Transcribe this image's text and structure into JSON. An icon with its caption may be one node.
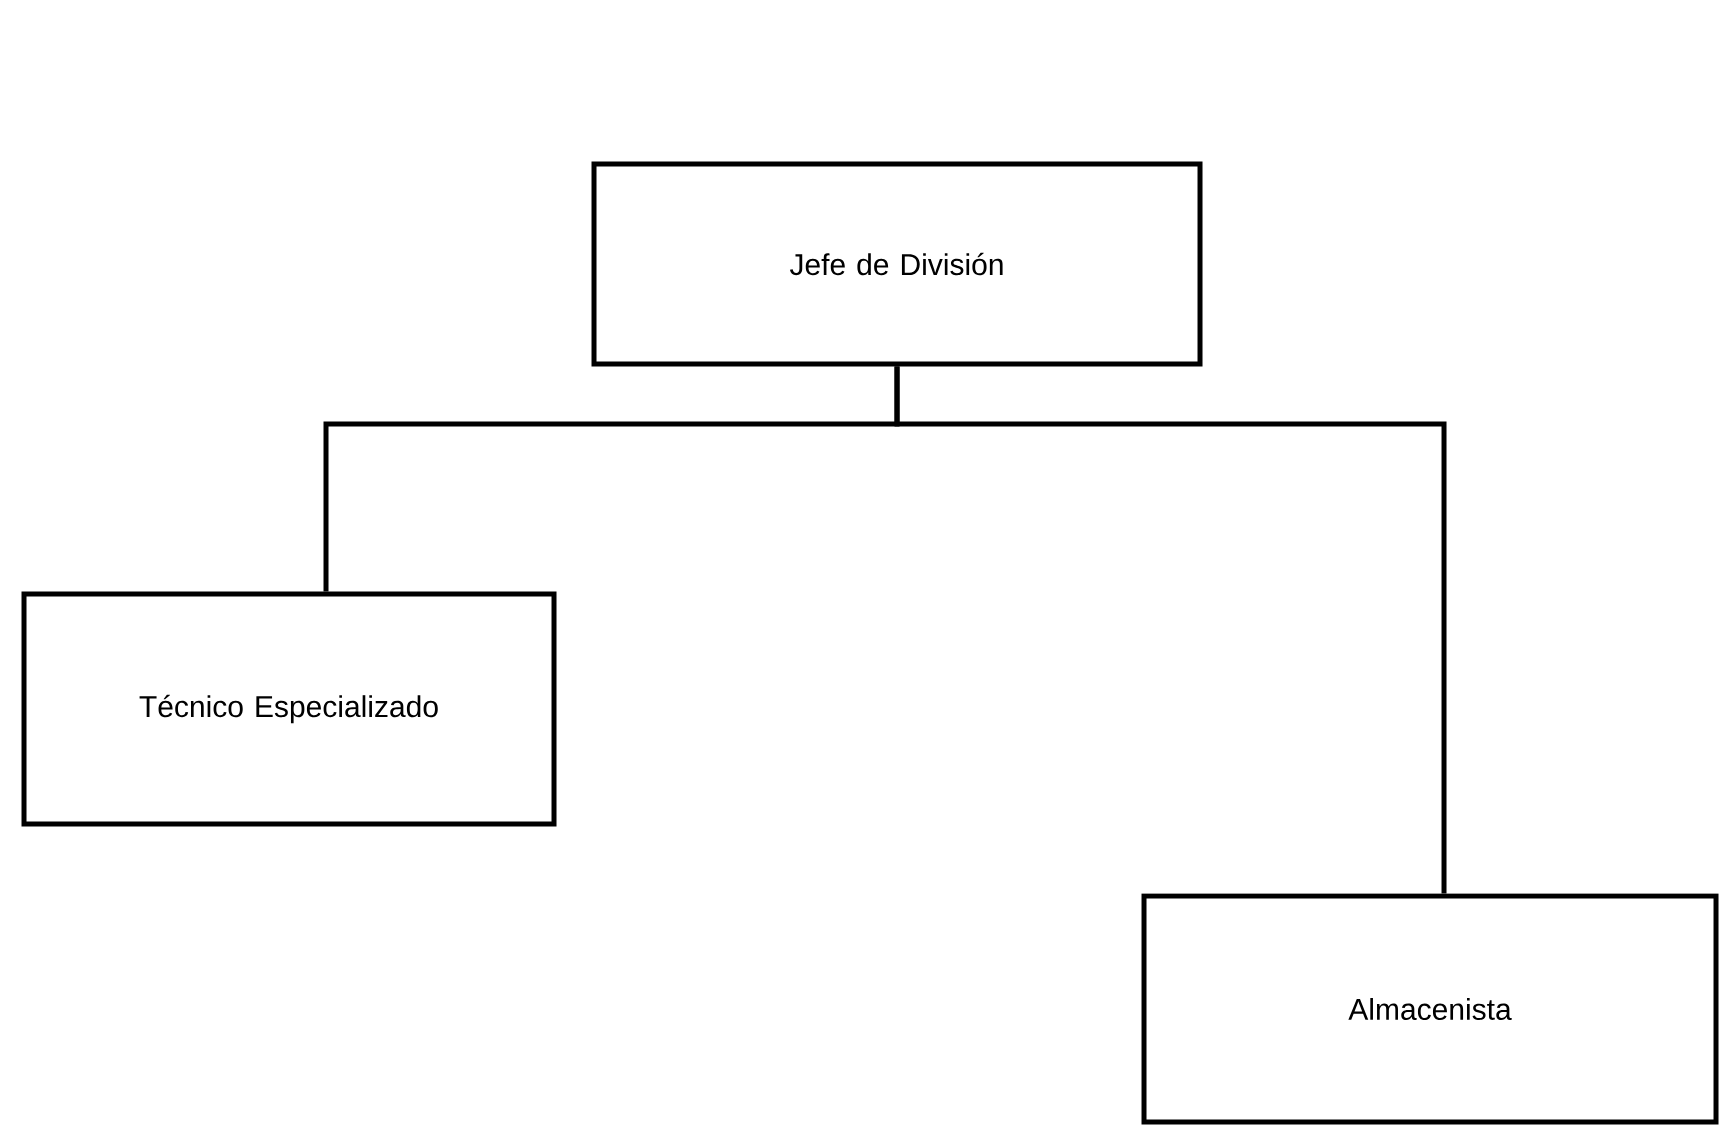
{
  "diagram": {
    "nodes": [
      {
        "text": [
          "Jefe de División"
        ]
      },
      {
        "text": [
          "Técnico Especializado"
        ]
      },
      {
        "text": [
          "Almacenista"
        ]
      }
    ],
    "edges": [
      {
        "from": 0,
        "to": 1,
        "arrow": "none"
      },
      {
        "from": 0,
        "to": 2,
        "arrow": "none"
      }
    ]
  }
}
